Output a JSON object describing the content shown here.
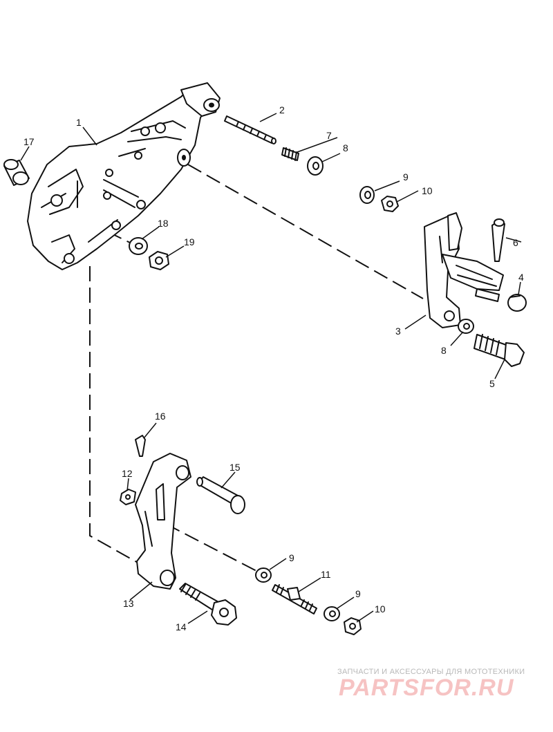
{
  "callouts": {
    "c1": "1",
    "c2": "2",
    "c3": "3",
    "c4": "4",
    "c5": "5",
    "c6": "6",
    "c7": "7",
    "c8a": "8",
    "c8b": "8",
    "c9a": "9",
    "c9b": "9",
    "c9c": "9",
    "c10a": "10",
    "c10b": "10",
    "c11": "11",
    "c12": "12",
    "c13": "13",
    "c14": "14",
    "c15": "15",
    "c16": "16",
    "c17": "17",
    "c18": "18",
    "c19": "19"
  },
  "watermark": {
    "tagline": "ЗАПЧАСТИ И АКСЕССУАРЫ ДЛЯ МОТОТЕХНИКИ",
    "logo": "PARTSFOR.RU"
  }
}
